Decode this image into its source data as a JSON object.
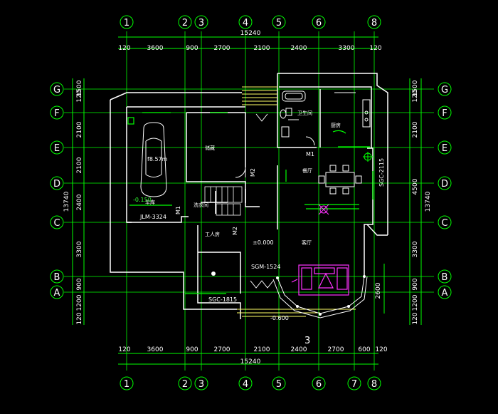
{
  "colors": {
    "background": "#000000",
    "grid": "#00ff00",
    "wall": "#ffffff",
    "window": "#ffff66",
    "furniture_accent": "#ff33ff",
    "text": "#ffffff"
  },
  "axes": {
    "top_numbers": [
      "1",
      "2",
      "3",
      "4",
      "5",
      "6",
      "8"
    ],
    "bottom_numbers": [
      "1",
      "2",
      "3",
      "4",
      "5",
      "6",
      "7",
      "8"
    ],
    "left_letters": [
      "G",
      "F",
      "E",
      "D",
      "C",
      "B",
      "A"
    ],
    "right_letters": [
      "G",
      "F",
      "E",
      "D",
      "C",
      "B",
      "A"
    ]
  },
  "dimensions": {
    "top_total": "15240",
    "top_segments": [
      "120",
      "3600",
      "900",
      "2700",
      "2100",
      "2400",
      "3300",
      "120"
    ],
    "bottom_total": "15240",
    "bottom_segments": [
      "120",
      "3600",
      "900",
      "2700",
      "2100",
      "2400",
      "2700",
      "600",
      "120"
    ],
    "left_total": "13740",
    "left_segments": [
      "1500",
      "120",
      "2100",
      "2100",
      "2400",
      "3300",
      "900",
      "1200",
      "120"
    ],
    "right_total": "13740",
    "right_segments": [
      "1500",
      "120",
      "2100",
      "4500",
      "3300",
      "900",
      "1200",
      "120"
    ],
    "right_inner": "2600"
  },
  "labels": {
    "garage": "车库",
    "car_size": "f8.57m",
    "level_garage": "-0.150",
    "door_jlm": "JLM-3324",
    "door_m1_left": "M1",
    "storage": "储藏",
    "laundry": "洗衣间",
    "door_m2_a": "M2",
    "door_m2_b": "M2",
    "servant": "工人房",
    "level_main": "±0.000",
    "door_sgm": "SGM-1524",
    "window_sgc_bottom": "SGC-1815",
    "level_outside": "-0.600",
    "bathroom": "卫生间",
    "kitchen": "厨房",
    "door_m1_right": "M1",
    "dining": "餐厅",
    "living": "客厅",
    "window_sgc_right": "SGC-2115",
    "section_mark": "3"
  }
}
